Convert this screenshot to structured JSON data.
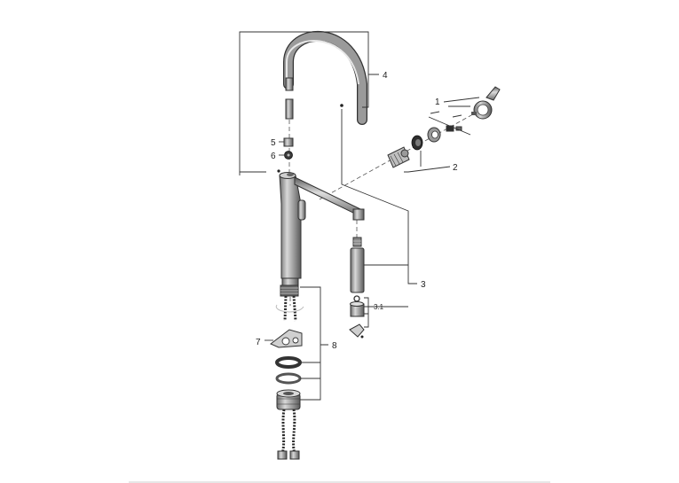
{
  "diagram": {
    "callouts": {
      "c1": "1",
      "c2": "2",
      "c3": "3",
      "c31": "3.1",
      "c4": "4",
      "c5": "5",
      "c6": "6",
      "c7": "7",
      "c8": "8"
    },
    "colors": {
      "body_metal": "#8a8a8a",
      "chrome_light": "#d8d8d8",
      "outline": "#333333",
      "hose_dark": "#2b2b2b"
    }
  }
}
